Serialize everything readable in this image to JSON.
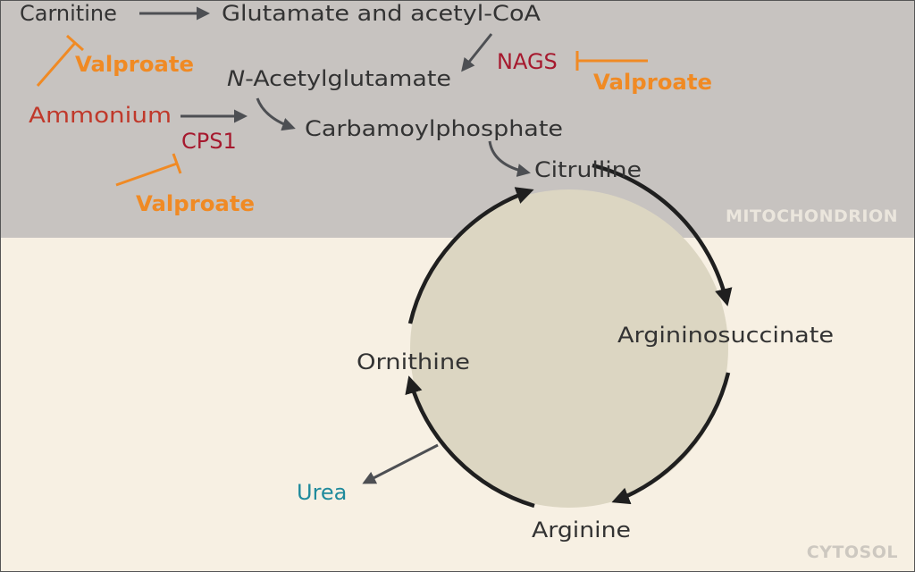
{
  "compartments": {
    "mitochondrion": "MITOCHONDRION",
    "cytosol": "CYTOSOL"
  },
  "metabolites": {
    "carnitine": "Carnitine",
    "glutamate_acetyl_coa": "Glutamate and acetyl-CoA",
    "n_acetylglutamate_prefix": "N",
    "n_acetylglutamate_rest": "-Acetylglutamate",
    "ammonium": "Ammonium",
    "carbamoylphosphate": "Carbamoylphosphate",
    "citrulline": "Citrulline",
    "argininosuccinate": "Argininosuccinate",
    "arginine": "Arginine",
    "ornithine": "Ornithine",
    "urea": "Urea"
  },
  "enzymes": {
    "nags": "NAGS",
    "cps1": "CPS1"
  },
  "inhibitors": {
    "valproate_carnitine": "Valproate",
    "valproate_nags": "Valproate",
    "valproate_cps1": "Valproate"
  },
  "colors": {
    "mitochondrion_bg": "#c7c3c0",
    "cytosol_bg": "#f7f0e3",
    "cycle_fill": "#dcd6c2",
    "text_dark": "#333333",
    "arrow_gray": "#4d4f53",
    "cycle_arrow": "#1f1f1f",
    "enzyme_red": "#a6192e",
    "ammonium_red": "#c0392b",
    "valproate_orange": "#f08a24",
    "urea_teal": "#1f8a9c",
    "compartment_label": "#ebe6dd"
  }
}
